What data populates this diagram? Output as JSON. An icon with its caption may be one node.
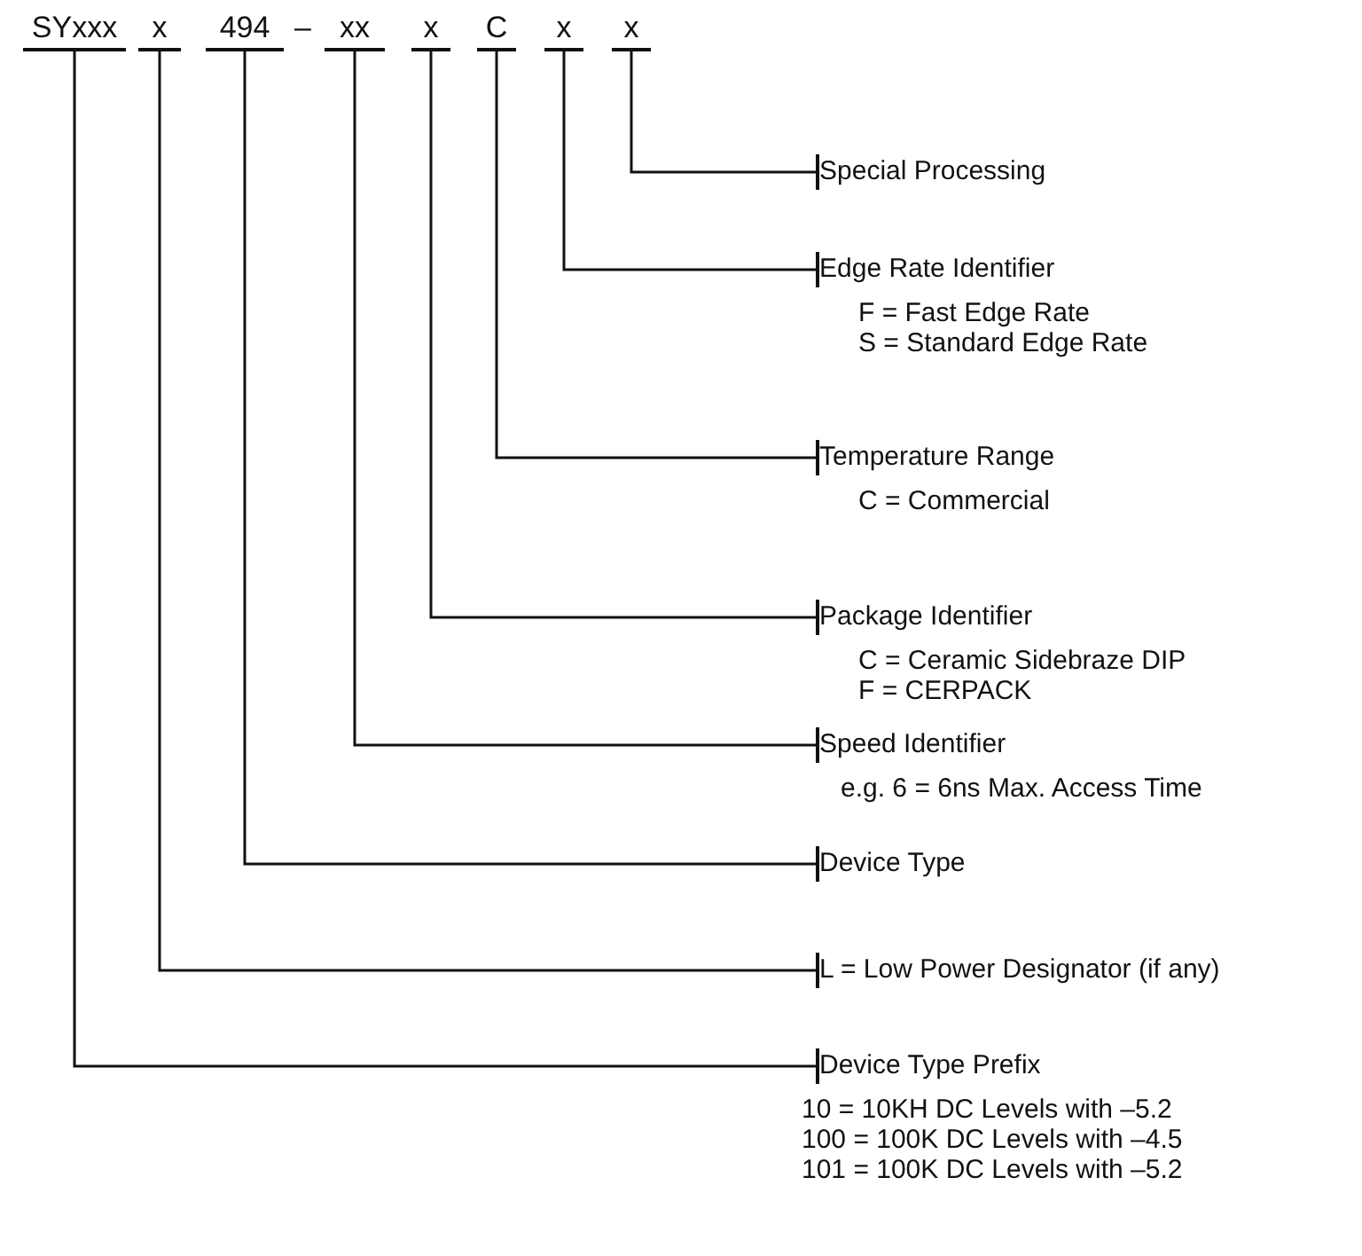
{
  "diagram": {
    "nodes": [
      {
        "text": [
          "SYxxx"
        ]
      },
      {
        "text": [
          "x"
        ]
      },
      {
        "text": [
          "494"
        ]
      },
      {
        "text": [
          "xx"
        ]
      },
      {
        "text": [
          "x"
        ]
      },
      {
        "text": [
          "C"
        ]
      },
      {
        "text": [
          "x"
        ]
      },
      {
        "text": [
          "x"
        ]
      },
      {
        "text": [
          "Special Processing"
        ]
      },
      {
        "text": [
          "Edge Rate Identifier",
          "F = Fast Edge Rate",
          "S = Standard Edge Rate"
        ]
      },
      {
        "text": [
          "Temperature Range",
          "C = Commercial"
        ]
      },
      {
        "text": [
          "Package Identifier",
          "C = Ceramic Sidebraze DIP",
          "F = CERPACK"
        ]
      },
      {
        "text": [
          "Speed Identifier",
          "e.g. 6 = 6ns Max. Access Time"
        ]
      },
      {
        "text": [
          "Device Type"
        ]
      },
      {
        "text": [
          "L = Low Power Designator (if any)"
        ]
      },
      {
        "text": [
          "Device Type Prefix",
          "10 = 10KH DC Levels with –5.2",
          "100 = 100K DC Levels with –4.5",
          "101 = 100K DC Levels with –5.2"
        ]
      }
    ],
    "edges": [
      {
        "from": 7,
        "to": 8,
        "arrow": "other"
      },
      {
        "from": 6,
        "to": 9,
        "arrow": "other"
      },
      {
        "from": 5,
        "to": 10,
        "arrow": "other"
      },
      {
        "from": 4,
        "to": 11,
        "arrow": "other"
      },
      {
        "from": 3,
        "to": 12,
        "arrow": "other"
      },
      {
        "from": 2,
        "to": 13,
        "arrow": "other"
      },
      {
        "from": 1,
        "to": 14,
        "arrow": "other"
      },
      {
        "from": 0,
        "to": 15,
        "arrow": "other"
      }
    ],
    "labels": [
      "–"
    ]
  }
}
